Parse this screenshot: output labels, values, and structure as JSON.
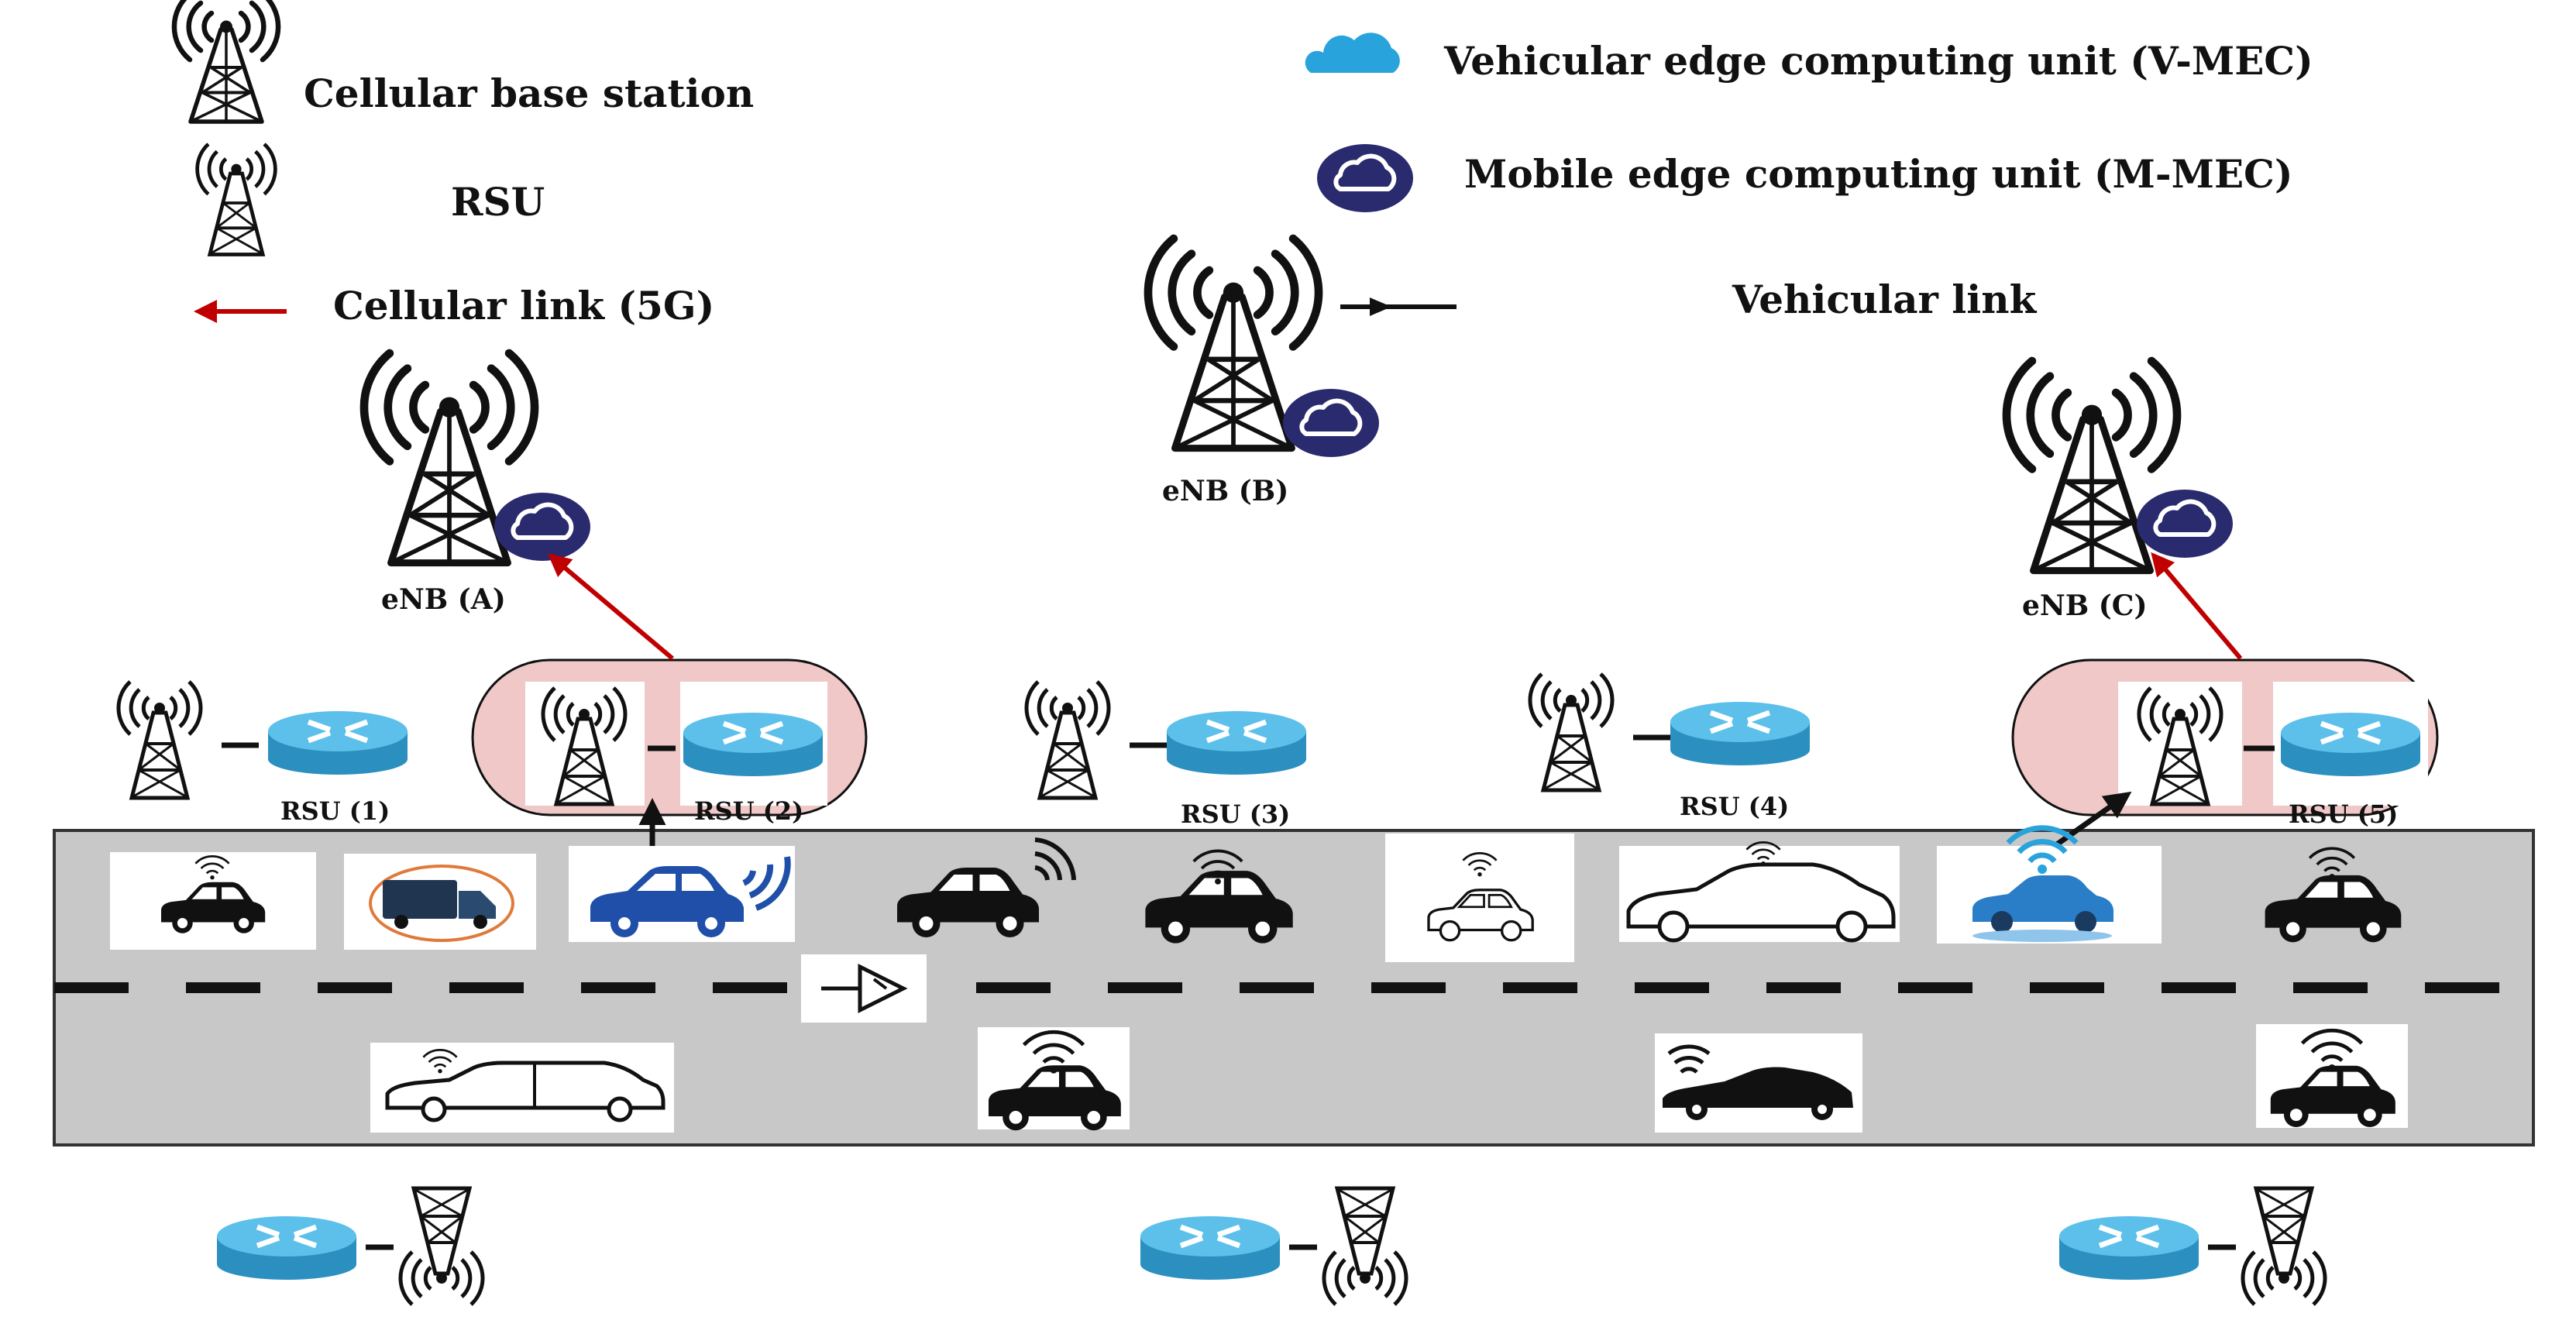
{
  "legend": {
    "cellular_base_station": "Cellular base station",
    "rsu": "RSU",
    "cellular_link": "Cellular link (5G)",
    "v_mec": "Vehicular edge computing unit (V-MEC)",
    "m_mec": "Mobile edge computing unit (M-MEC)",
    "vehicular_link": "Vehicular link"
  },
  "base_stations": [
    {
      "label": "eNB (A)"
    },
    {
      "label": "eNB (B)"
    },
    {
      "label": "eNB (C)"
    }
  ],
  "rsus": [
    {
      "label": "RSU (1)"
    },
    {
      "label": "RSU (2)"
    },
    {
      "label": "RSU (3)"
    },
    {
      "label": "RSU (4)"
    },
    {
      "label": "RSU (5)"
    }
  ],
  "colors": {
    "mec_dark": "#2a2a6e",
    "vmec_blue": "#29a3dc",
    "router_blue": "#3aa6d6",
    "cellular_link": "#c00000",
    "road": "#c8c8c8",
    "cluster": "#f0c8c8"
  },
  "icons": {
    "tower": "cellular-tower-icon",
    "rsu": "rsu-tower-icon",
    "router": "router-icon",
    "cloud": "cloud-icon",
    "car": "car-icon",
    "truck": "truck-icon"
  }
}
